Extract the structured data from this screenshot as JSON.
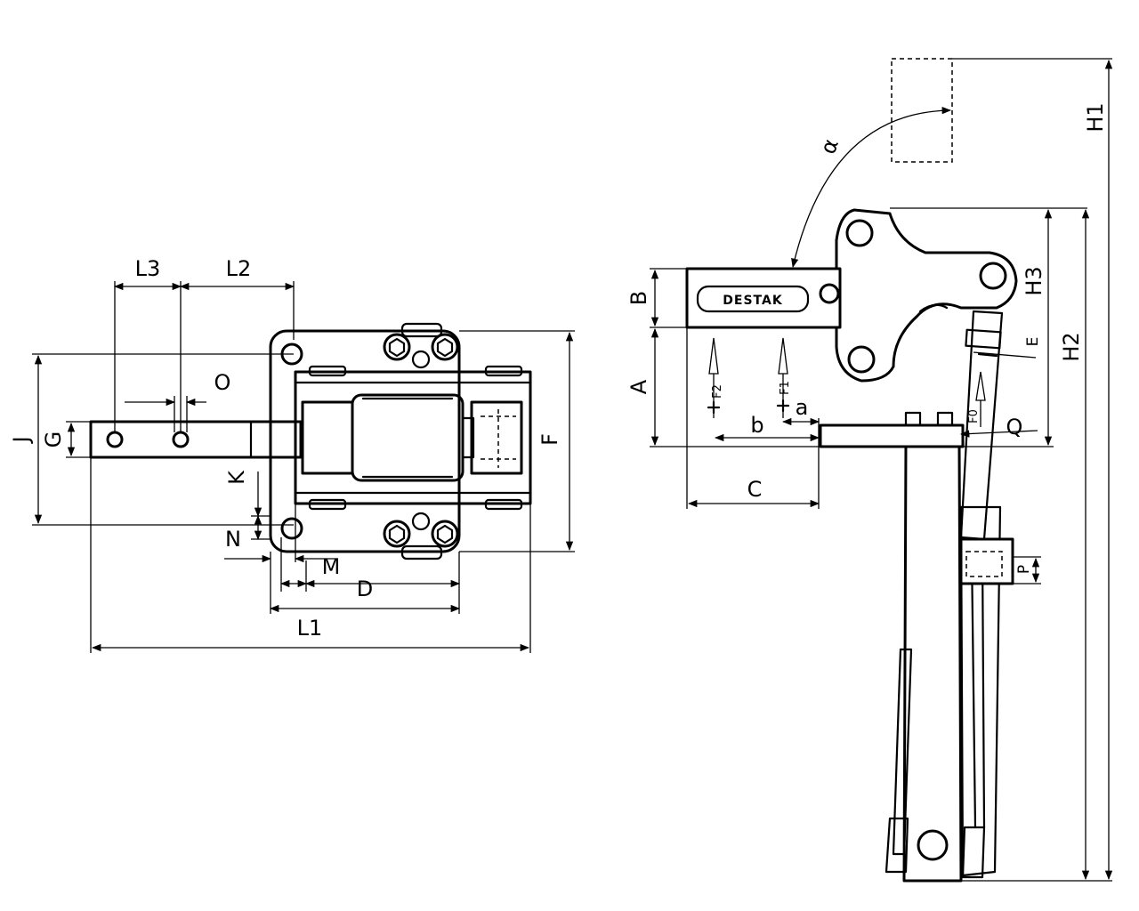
{
  "top_view": {
    "dimensions": {
      "L3": "L3",
      "L2": "L2",
      "O": "O",
      "J": "J",
      "G": "G",
      "K": "K",
      "N": "N",
      "M": "M",
      "D": "D",
      "L1": "L1",
      "F": "F"
    }
  },
  "side_view": {
    "dimensions": {
      "B": "B",
      "A": "A",
      "b": "b",
      "a": "a",
      "C": "C",
      "H1": "H1",
      "H2": "H2",
      "H3": "H3",
      "E": "E",
      "Q": "Q",
      "P": "P",
      "alpha": "α"
    },
    "forces": {
      "F0": "F0",
      "F1": "F1",
      "F2": "F2"
    },
    "logo_text": "DESTAK"
  }
}
